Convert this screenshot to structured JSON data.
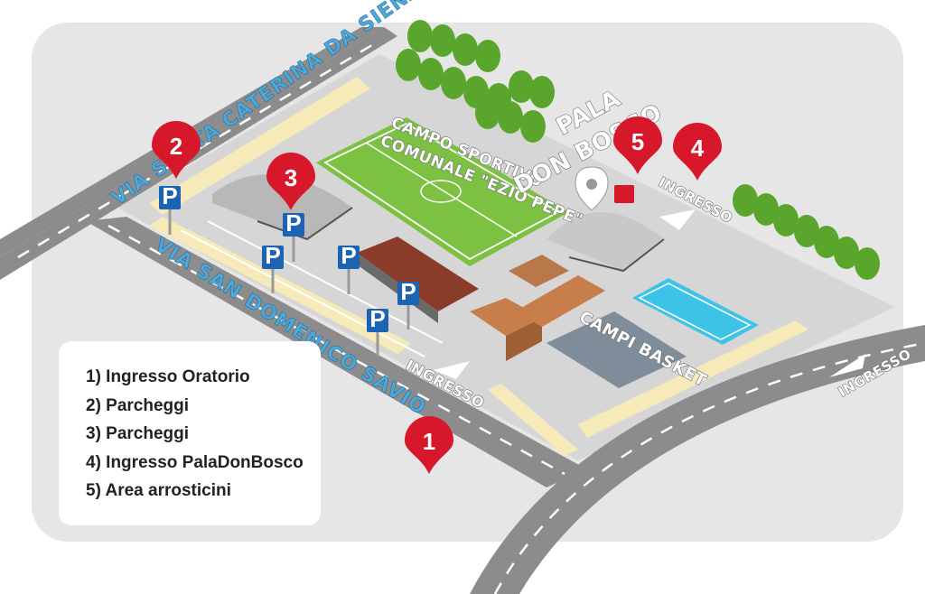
{
  "streets": {
    "top": "VIA SANTA CATERINA DA SIENA",
    "bottom": "VIA SAN DOMENICO SAVIO"
  },
  "venues": {
    "campo_line1": "CAMPO SPORTIVO",
    "campo_line2": "COMUNALE \"EZIO PEPE\"",
    "pala_line1": "PALA",
    "pala_line2": "DON BOSCO",
    "basket": "CAMPI BASKET"
  },
  "entrances": {
    "main": "INGRESSO",
    "pala": "INGRESSO",
    "side": "INGRESSO"
  },
  "pins": [
    "1",
    "2",
    "3",
    "4",
    "5"
  ],
  "parking_sign": "P",
  "legend": [
    "1)  Ingresso Oratorio",
    "2)  Parcheggi",
    "3)  Parcheggi",
    "4)  Ingresso PalaDonBosco",
    "5)  Area arrosticini"
  ],
  "colors": {
    "pin": "#d7182a",
    "parking": "#1d63b3",
    "field": "#7cc142",
    "court": "#3ec3e8",
    "road": "#8c8c8c",
    "background": "#e6e6e6"
  }
}
